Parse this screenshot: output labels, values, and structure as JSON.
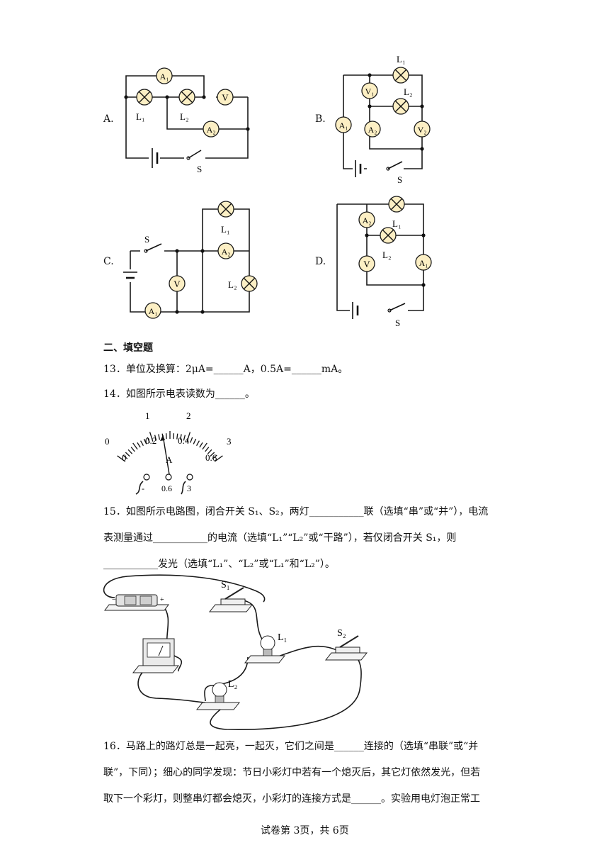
{
  "options": {
    "A": {
      "label": "A.",
      "components": {
        "A1": "A₁",
        "A2": "A₂",
        "V": "V",
        "L1": "L₁",
        "L2": "L₂",
        "S": "S"
      }
    },
    "B": {
      "label": "B.",
      "components": {
        "A1": "A₁",
        "A2": "A₂",
        "V1": "V₁",
        "V2": "V₂",
        "L1": "L₁",
        "L2": "L₂",
        "S": "S"
      }
    },
    "C": {
      "label": "C.",
      "components": {
        "A1": "A₁",
        "A2": "A₂",
        "V": "V",
        "L1": "L₁",
        "L2": "L₂",
        "S": "S"
      }
    },
    "D": {
      "label": "D.",
      "components": {
        "A1": "A₁",
        "A2": "A₂",
        "V": "V",
        "L1": "L₁",
        "L2": "L₂",
        "S": "S"
      }
    }
  },
  "section_title": "二、填空题",
  "q13": "13．单位及换算：2μA=______A，0.5A=______mA。",
  "q14": "14．如图所示电表读数为______。",
  "ammeter": {
    "top_labels": [
      "0",
      "1",
      "2",
      "3"
    ],
    "mid_labels": [
      "0.2",
      "0.4"
    ],
    "bottom_labels": [
      "0",
      "0.6"
    ],
    "unit": "A",
    "terminals": [
      "-",
      "0.6",
      "3"
    ]
  },
  "q15": {
    "line1": "15．如图所示电路图，闭合开关 S₁、S₂，两灯___________联（选填“串”或“并”），电流",
    "line2": "表测量通过___________的电流（选填“L₁”“L₂”或“干路”），若仅闭合开关 S₁，则",
    "line3": "___________发光（选填“L₁”、“L₂”或“L₁”和“L₂”）。"
  },
  "photo_labels": {
    "S1": "S₁",
    "S2": "S₂",
    "L1": "L₁",
    "L2": "L₂"
  },
  "q16": {
    "line1": "16．马路上的路灯总是一起亮，一起灭，它们之间是______连接的（选填“串联”或“并",
    "line2": "联”，下同）；细心的同学发现：节日小彩灯中若有一个熄灭后，其它灯依然发光，但若",
    "line3": "取下一个彩灯，则整串灯都会熄灭，小彩灯的连接方式是______。实验用电灯泡正常工"
  },
  "footer": "试卷第 3页，共 6页"
}
